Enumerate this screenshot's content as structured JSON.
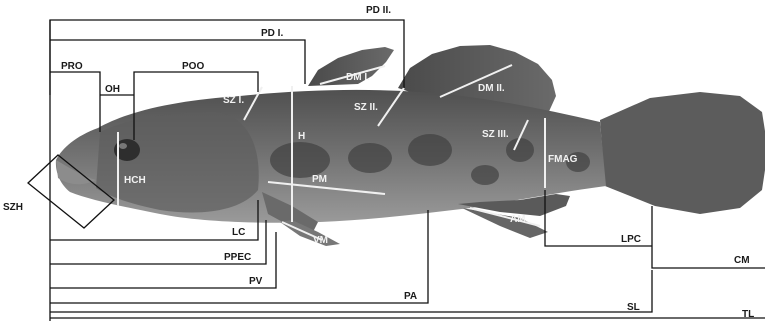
{
  "figure": {
    "kind": "fish morphometric measurement diagram",
    "labels": {
      "pd2": "PD II.",
      "pd1": "PD I.",
      "pro": "PRO",
      "oh": "OH",
      "poo": "POO",
      "szh": "SZH",
      "hch": "HCH",
      "sz1": "SZ I.",
      "dm1": "DM I.",
      "sz2": "SZ II.",
      "dm2": "DM II.",
      "h": "H",
      "pm": "PM",
      "sz3": "SZ III.",
      "fmag": "FMAG",
      "am": "AM",
      "vm": "VM",
      "lc": "LC",
      "ppec": "PPEC",
      "pv": "PV",
      "pa": "PA",
      "lpc": "LPC",
      "cm": "CM",
      "sl": "SL",
      "tl": "TL"
    },
    "colors": {
      "line": "#111111",
      "background": "#ffffff",
      "fish_body": "#6f6f6f",
      "fish_dark": "#3e3e3e",
      "fin": "#555555",
      "measure_line": "#f0f0f0"
    }
  }
}
